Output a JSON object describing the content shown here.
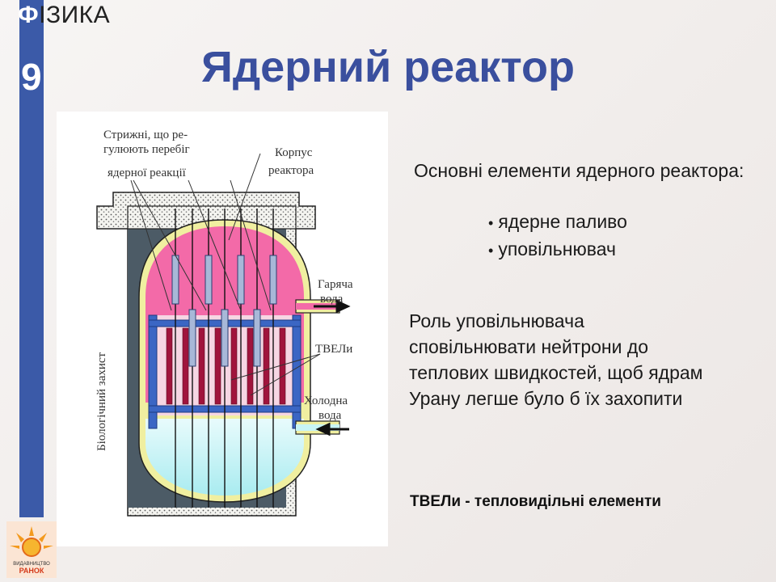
{
  "header": {
    "subject_first_letter": "Ф",
    "subject_rest": "ІЗИКА",
    "grade": "9",
    "title": "Ядерний реактор"
  },
  "diagram": {
    "labels": {
      "rods_line1": "Стрижні, що ре-",
      "rods_line2": "гулюють перебіг",
      "rods_line3": "ядерної реакції",
      "vessel_line1": "Корпус",
      "vessel_line2": "реактора",
      "hot_line1": "Гаряча",
      "hot_line2": "вода",
      "fuel": "ТВЕЛи",
      "cold_line1": "Холодна",
      "cold_line2": "вода",
      "shield": "Біологічний захист"
    },
    "colors": {
      "upper_water": "#f36aa8",
      "lower_water": "#9fe9ee",
      "vessel_outline": "#f0efa0",
      "inner_frame": "#3b66c4",
      "fuel_rods": "#a0143c",
      "control_rods": "#a8b8d8",
      "concrete_fill": "#4c5b66"
    }
  },
  "content": {
    "intro": "Основні елементи ядерного реактора:",
    "bullets": [
      "ядерне паливо",
      "уповільнювач"
    ],
    "role_lines": [
      "Роль уповільнювача",
      "сповільнювати нейтрони до",
      "теплових швидкостей, щоб ядрам",
      "Урану легше було б їх захопити"
    ],
    "footnote": "ТВЕЛи  - тепловидільні елементи"
  },
  "publisher": {
    "line1": "ВИДАВНИЦТВО",
    "line2": "РАНОК"
  }
}
